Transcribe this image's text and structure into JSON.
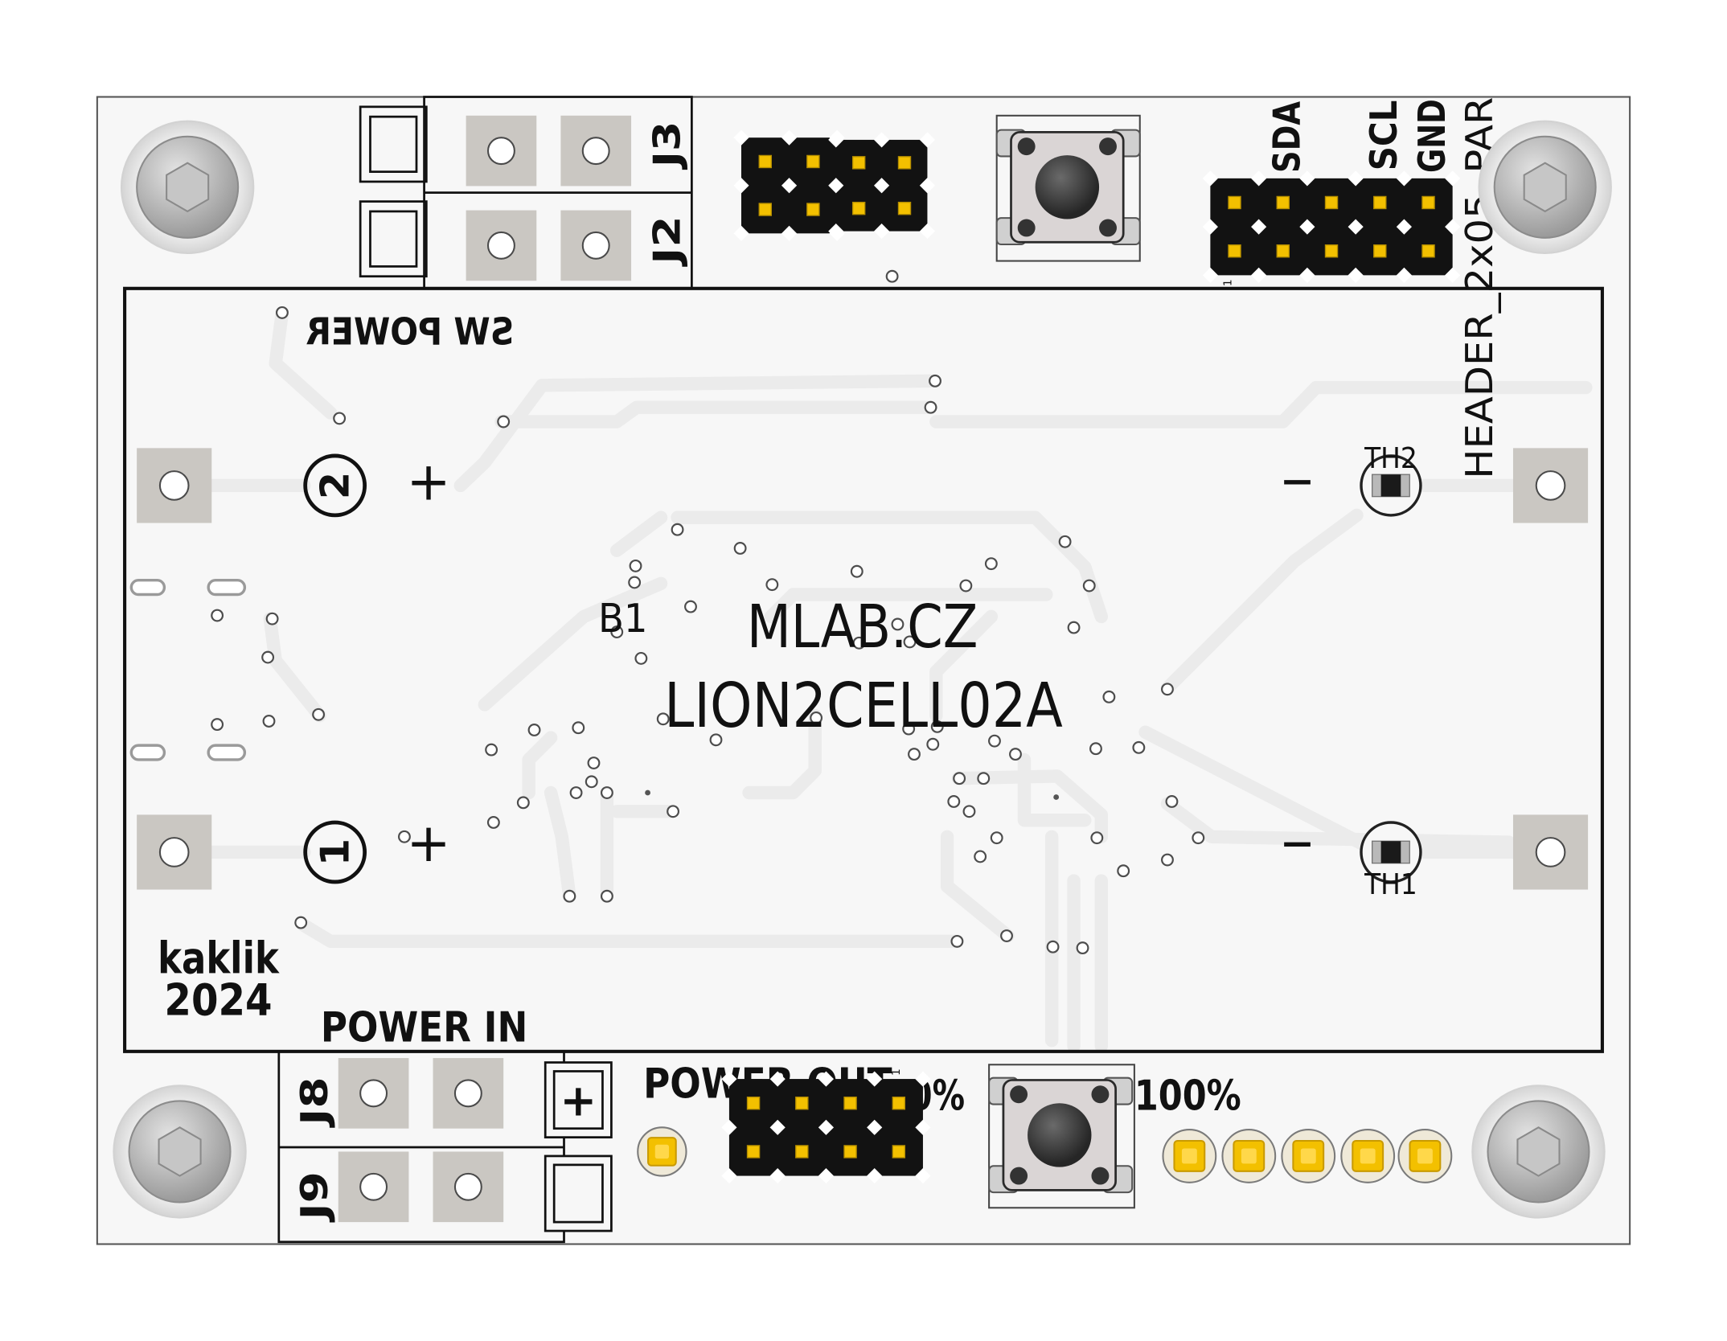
{
  "colors": {
    "board": "#f7f7f7",
    "silkscreen": "#111111",
    "pad": "#cac7c2",
    "gold": "#f3c000",
    "header_body": "#121212",
    "trace": "#ebebeb"
  },
  "board": {
    "brand": "MLAB.CZ",
    "name": "LION2CELL02A",
    "battery_ref": "B1",
    "author": "kaklik",
    "year": "2024"
  },
  "labels": {
    "sw_power": "SW POWER",
    "power_in": "POWER IN",
    "power_out": "POWER OUT",
    "level_min": "0%",
    "level_max": "100%",
    "header": "HEADER_2x05_PAR",
    "pin1_marker": "1"
  },
  "connectors": {
    "top": [
      "J3",
      "J2"
    ],
    "bottom": [
      "J8",
      "J9"
    ],
    "polarity": "+"
  },
  "i2c_header_pins": [
    "SDA",
    "SCL",
    "GND"
  ],
  "cells": [
    {
      "number": "2",
      "positive": "+",
      "negative": "−",
      "thermistor": "TH2"
    },
    {
      "number": "1",
      "positive": "+",
      "negative": "−",
      "thermistor": "TH1"
    }
  ]
}
